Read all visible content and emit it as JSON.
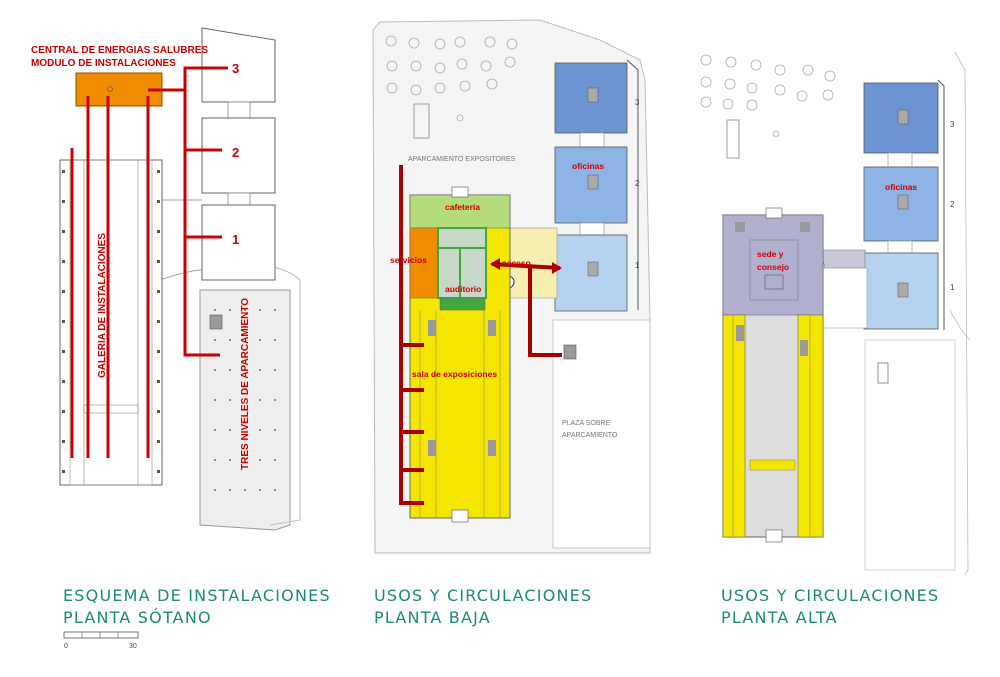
{
  "plan1": {
    "title_line1": "CENTRAL DE ENERGIAS SALUBRES",
    "title_line2": "MODULO DE INSTALACIONES",
    "levels": [
      "3",
      "2",
      "1"
    ],
    "gallery_label": "GALERIA DE INSTALACIONES",
    "parking_label": "TRES NIVELES DE APARCAMIENTO",
    "caption_line1": "ESQUEMA DE INSTALACIONES",
    "caption_line2": "PLANTA SÓTANO",
    "scale_start": "0",
    "scale_end": "30"
  },
  "plan2": {
    "parking_label": "APARCAMIENTO EXPOSITORES",
    "cafeteria": "cafetería",
    "servicios": "servicios",
    "auditorio": "auditorio",
    "acceso": "acceso",
    "sala": "sala de exposiciones",
    "oficinas": "oficinas",
    "plaza_line1": "PLAZA SOBRE",
    "plaza_line2": "APARCAMIENTO",
    "levels": [
      "3",
      "2",
      "1"
    ],
    "caption_line1": "USOS Y CIRCULACIONES",
    "caption_line2": "PLANTA BAJA"
  },
  "plan3": {
    "oficinas": "oficinas",
    "sede_line1": "sede y",
    "sede_line2": "consejo",
    "levels": [
      "3",
      "2",
      "1"
    ],
    "caption_line1": "USOS Y CIRCULACIONES",
    "caption_line2": "PLANTA ALTA"
  },
  "colors": {
    "red": "#cc0000",
    "orange": "#f08c00",
    "yellow": "#f5e600",
    "light_yellow": "#f7efb0",
    "green": "#3fa83f",
    "light_green": "#b5dc7a",
    "blue": "#8eb4e6",
    "dark_blue": "#6d94d2",
    "purple": "#b1b1cf",
    "caption": "#1a8a7a"
  }
}
